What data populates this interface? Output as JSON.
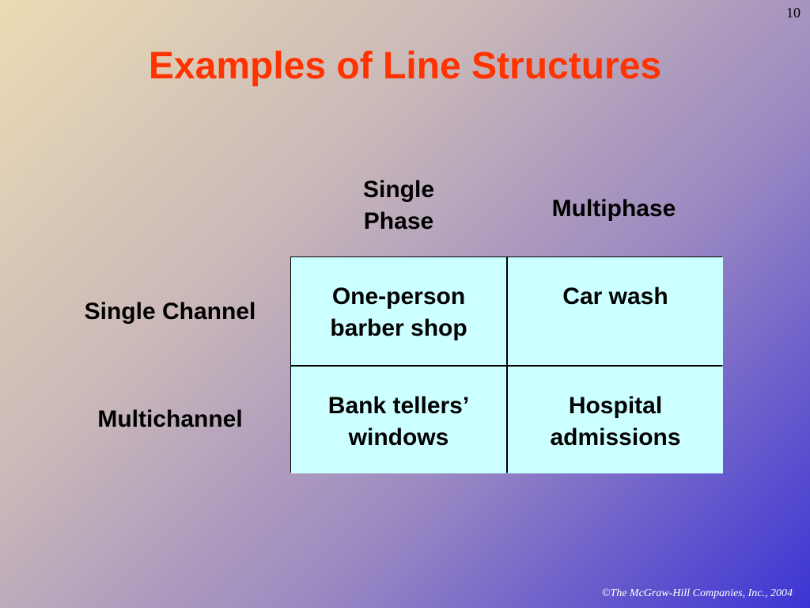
{
  "slide": {
    "page_number": "10",
    "title": "Examples of Line Structures",
    "copyright": "©The McGraw-Hill Companies, Inc., 2004"
  },
  "table": {
    "column_headers": [
      {
        "lines": [
          "Single",
          "Phase"
        ]
      },
      {
        "lines": [
          "Multiphase"
        ]
      }
    ],
    "row_headers": [
      "Single Channel",
      "Multichannel"
    ],
    "cells": [
      [
        {
          "lines": [
            "One-person",
            "barber shop"
          ]
        },
        {
          "lines": [
            "Car wash"
          ]
        }
      ],
      [
        {
          "lines": [
            "Bank tellers’",
            "windows"
          ]
        },
        {
          "lines": [
            "Hospital",
            "admissions"
          ]
        }
      ]
    ]
  },
  "colors": {
    "title": "#ff3300",
    "cell_background": "#ccffff",
    "gradient_start": "#ecdcb4",
    "gradient_end": "#3c34d4"
  }
}
